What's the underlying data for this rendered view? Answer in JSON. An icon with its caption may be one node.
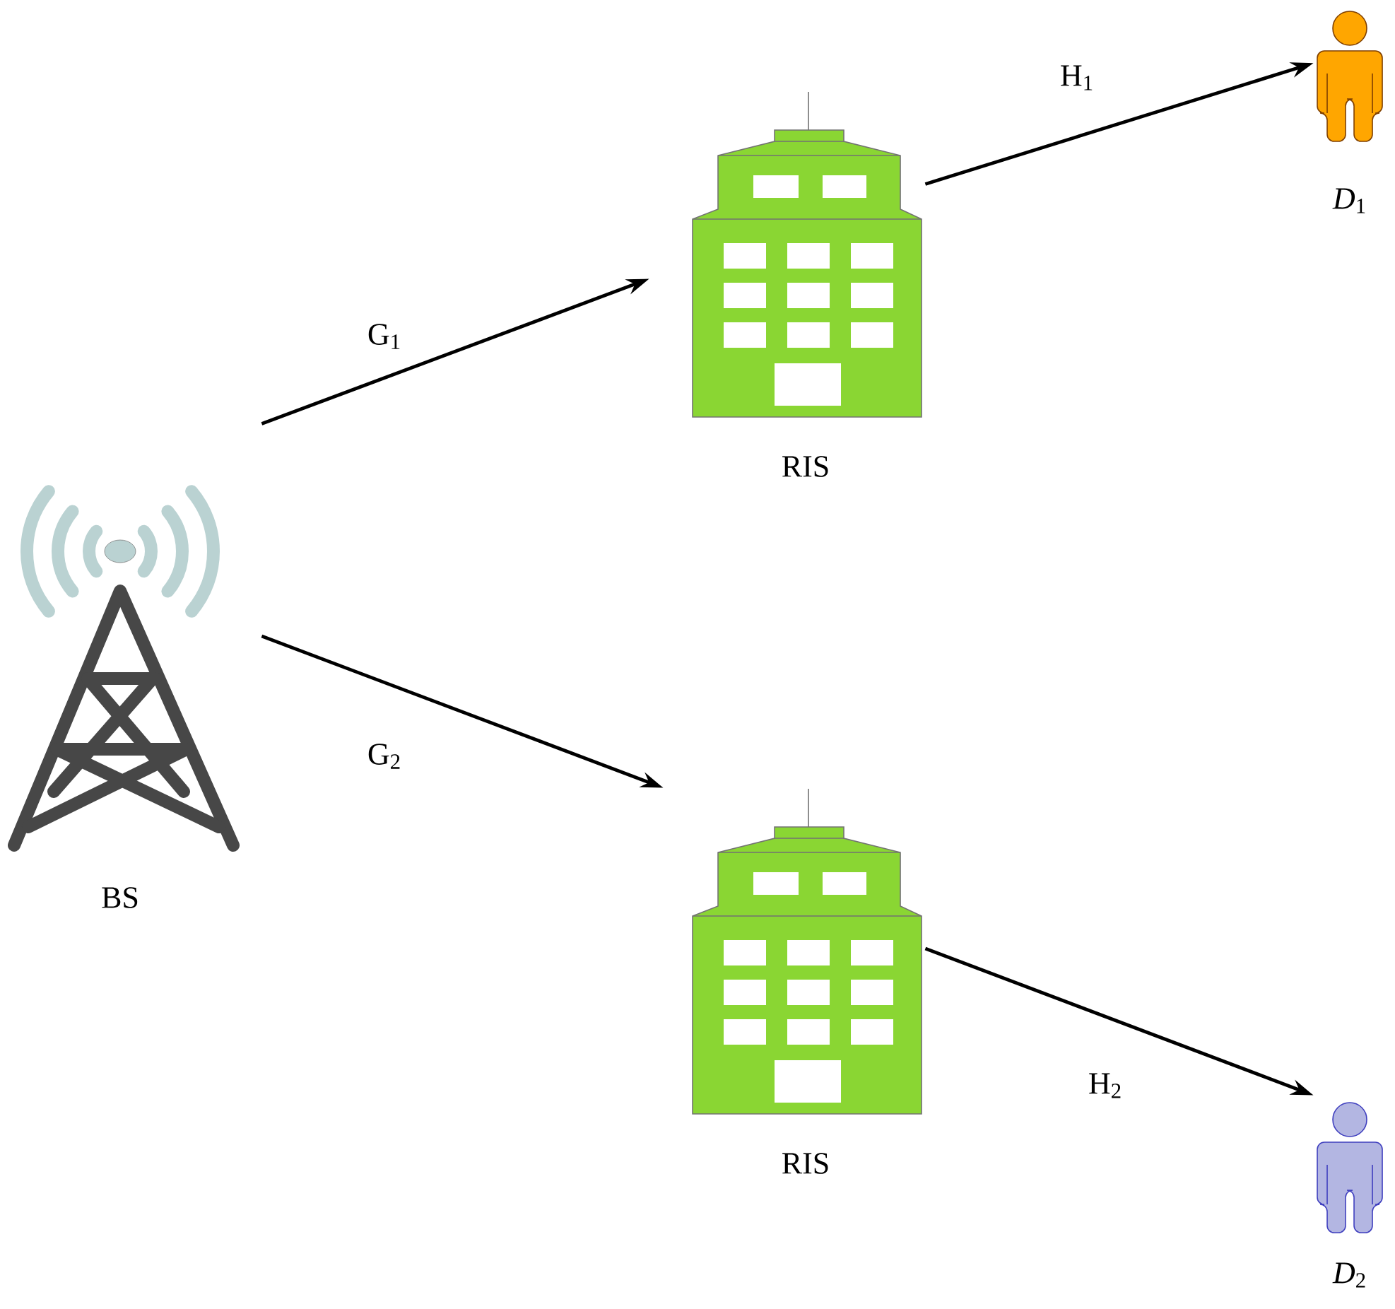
{
  "diagram": {
    "nodes": [
      {
        "text": [
          "BS"
        ]
      },
      {
        "text": [
          "RIS"
        ]
      },
      {
        "text": [
          "RIS"
        ]
      },
      {
        "text": [
          "*D*$_{1}$"
        ]
      },
      {
        "text": [
          "*D*$_{2}$"
        ]
      }
    ],
    "edges": [
      {
        "from": 0,
        "to": 1,
        "arrow": "to",
        "label": "G$_{1}$"
      },
      {
        "from": 0,
        "to": 2,
        "arrow": "to",
        "label": "G$_{2}$"
      },
      {
        "from": 1,
        "to": 3,
        "arrow": "to",
        "label": "H$_{1}$"
      },
      {
        "from": 2,
        "to": 4,
        "arrow": "to",
        "label": "H$_{2}$"
      }
    ]
  }
}
